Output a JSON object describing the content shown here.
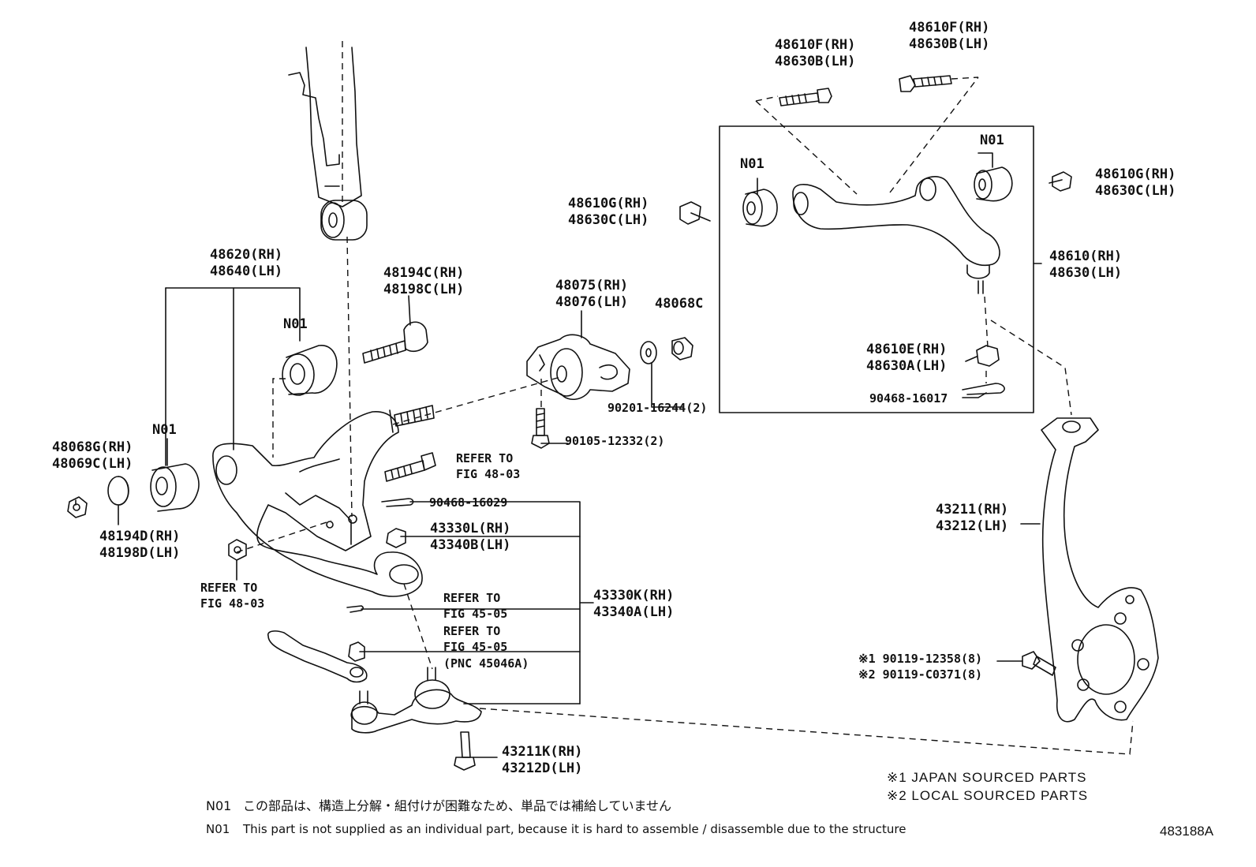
{
  "labels": {
    "upper_bolt_left": [
      "48610F(RH)",
      "48630B(LH)"
    ],
    "upper_bolt_right": [
      "48610F(RH)",
      "48630B(LH)"
    ],
    "upper_arm_bushing_left": "N01",
    "upper_arm_bushing_right": "N01",
    "upper_nut_left": [
      "48610G(RH)",
      "48630C(LH)"
    ],
    "upper_nut_right": [
      "48610G(RH)",
      "48630C(LH)"
    ],
    "upper_arm": [
      "48610(RH)",
      "48630(LH)"
    ],
    "upper_ball_joint_nut": [
      "48610E(RH)",
      "48630A(LH)"
    ],
    "upper_cotter_pin": "90468-16017",
    "lower_arm": [
      "48620(RH)",
      "48640(LH)"
    ],
    "cam_bolt": [
      "48194C(RH)",
      "48198C(LH)"
    ],
    "strut_bracket": [
      "48075(RH)",
      "48076(LH)"
    ],
    "strut_bushing_nut": "48068C",
    "washer": "90201-16244(2)",
    "bracket_bolt": "90105-12332(2)",
    "lower_bushing_n01": "N01",
    "front_bushing_n01": "N01",
    "front_nut": [
      "48068G(RH)",
      "48069C(LH)"
    ],
    "cam_plate": [
      "48194D(RH)",
      "48198D(LH)"
    ],
    "lower_cotter_pin": "90468-16029",
    "castle_nut": [
      "43330L(RH)",
      "43340B(LH)"
    ],
    "lower_ball_joint": [
      "43330K(RH)",
      "43340A(LH)"
    ],
    "knuckle": [
      "43211(RH)",
      "43212(LH)"
    ],
    "knuckle_bolt_1": "※1 90119-12358(8)",
    "knuckle_bolt_2": "※2 90119-C0371(8)",
    "ball_joint_bolt": [
      "43211K(RH)",
      "43212D(LH)"
    ],
    "pnc": "(PNC 45046A)"
  },
  "refs": {
    "refer_48_03_upper": [
      "REFER TO",
      "FIG 48-03"
    ],
    "refer_48_03_lower": [
      "REFER TO",
      "FIG 48-03"
    ],
    "refer_45_05_a": [
      "REFER TO",
      "FIG 45-05"
    ],
    "refer_45_05_b": [
      "REFER TO",
      "FIG 45-05"
    ]
  },
  "legend": {
    "japan": "※1 JAPAN SOURCED PARTS",
    "local": "※2 LOCAL SOURCED PARTS"
  },
  "notes": {
    "jp_code": "N01",
    "jp_text": "この部品は、構造上分解・組付けが困難なため、単品では補給していません",
    "en_code": "N01",
    "en_text": "This part is not supplied as an individual part, because it is hard to assemble / disassemble due to the structure"
  },
  "figure_id": "483188A"
}
